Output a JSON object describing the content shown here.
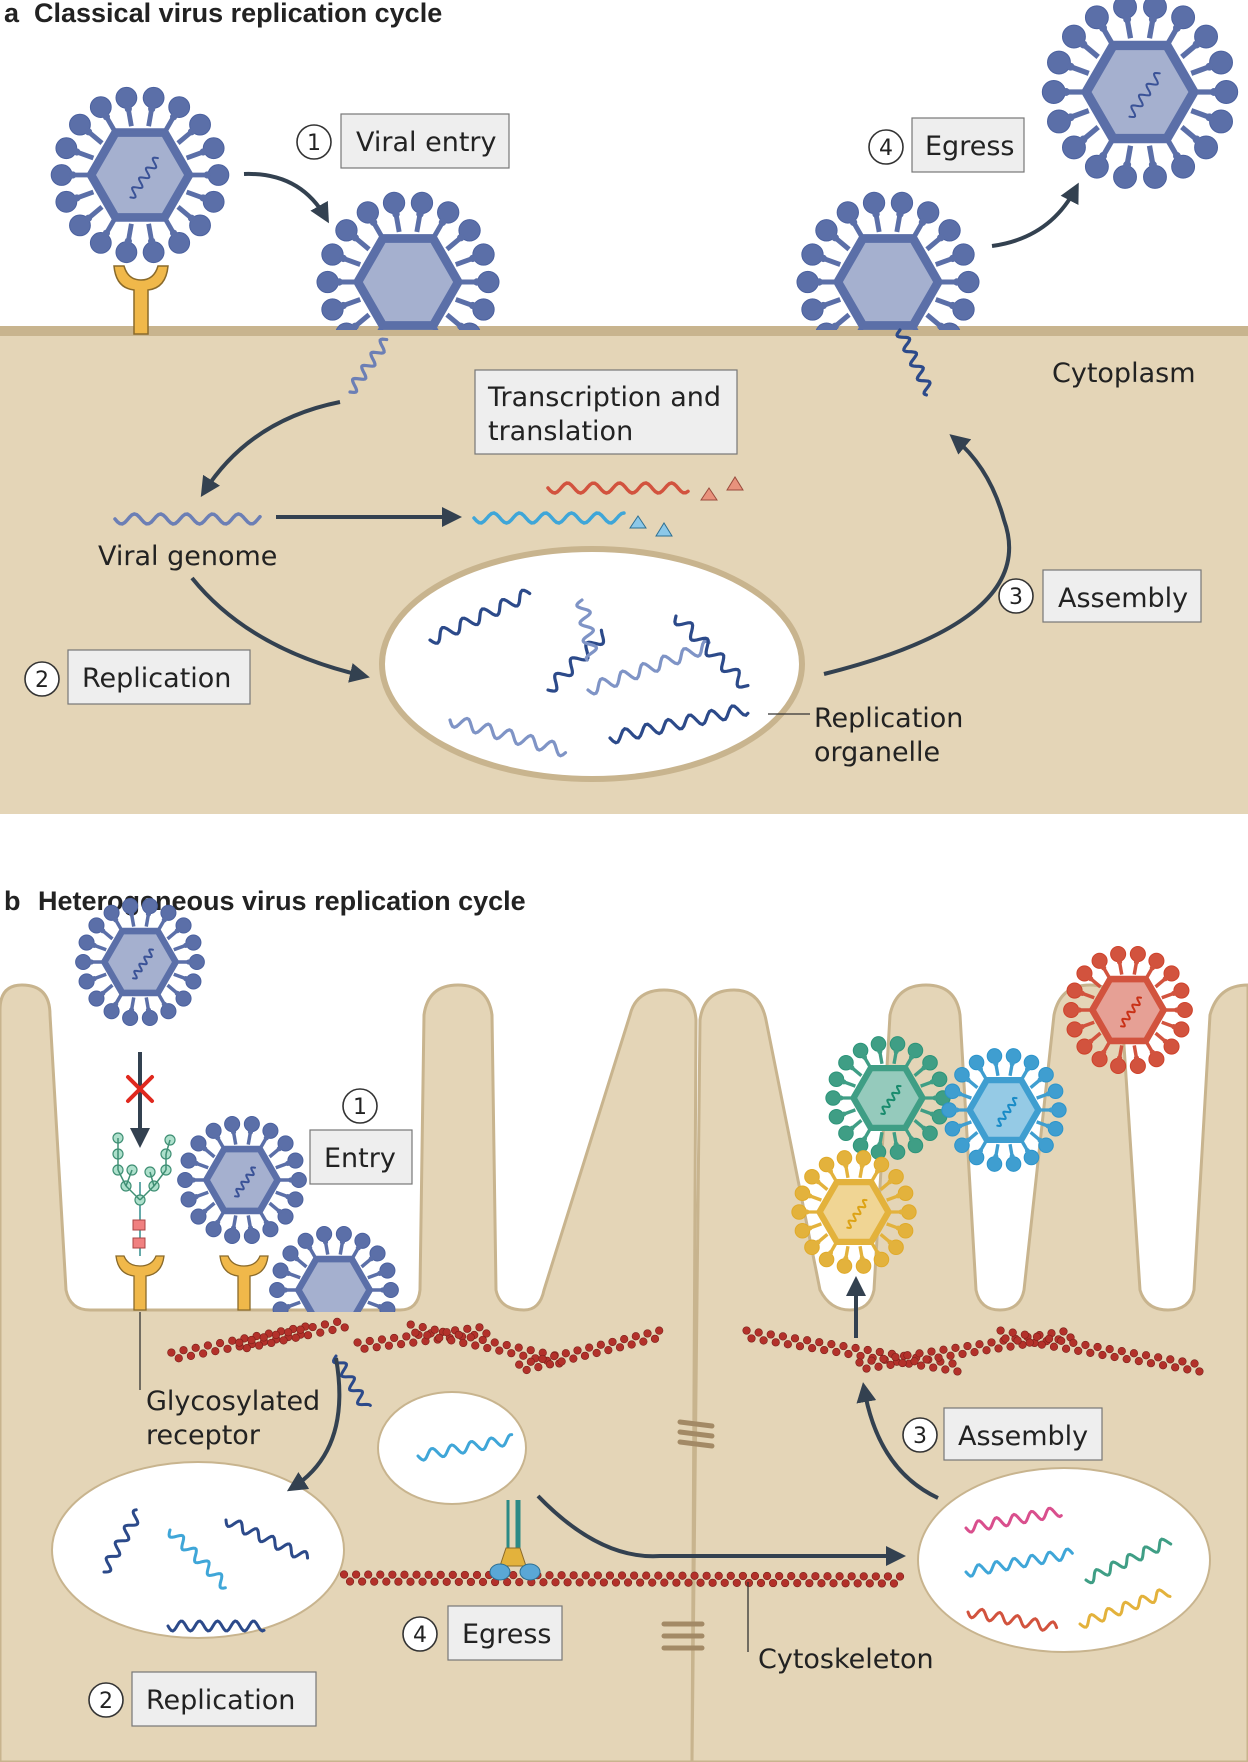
{
  "panel_a": {
    "letter": "a",
    "title": "Classical virus replication cycle",
    "steps": [
      {
        "num": "1",
        "label": "Viral entry"
      },
      {
        "num": "2",
        "label": "Replication"
      },
      {
        "num": "3",
        "label": "Assembly"
      },
      {
        "num": "4",
        "label": "Egress"
      }
    ],
    "transcription_line1": "Transcription and",
    "transcription_line2": "translation",
    "cytoplasm": "Cytoplasm",
    "viral_genome": "Viral genome",
    "replication_organelle_line1": "Replication",
    "replication_organelle_line2": "organelle"
  },
  "panel_b": {
    "letter": "b",
    "title": "Heterogeneous virus replication cycle",
    "steps": [
      {
        "num": "1",
        "label": "Entry"
      },
      {
        "num": "2",
        "label": "Replication"
      },
      {
        "num": "3",
        "label": "Assembly"
      },
      {
        "num": "4",
        "label": "Egress"
      }
    ],
    "glycosylated_line1": "Glycosylated",
    "glycosylated_line2": "receptor",
    "cytoskeleton": "Cytoskeleton"
  },
  "colors": {
    "cytoplasm": "#e4d5b7",
    "membrane": "#c8b48e",
    "virus_blue": "#5b6fa8",
    "virus_green": "#3f9e85",
    "virus_cyan": "#3f9ed0",
    "virus_yellow": "#e3b23c",
    "virus_red": "#d2533e",
    "actin": "#b3312a",
    "receptor": "#f0b84a",
    "arrow": "#334150"
  }
}
